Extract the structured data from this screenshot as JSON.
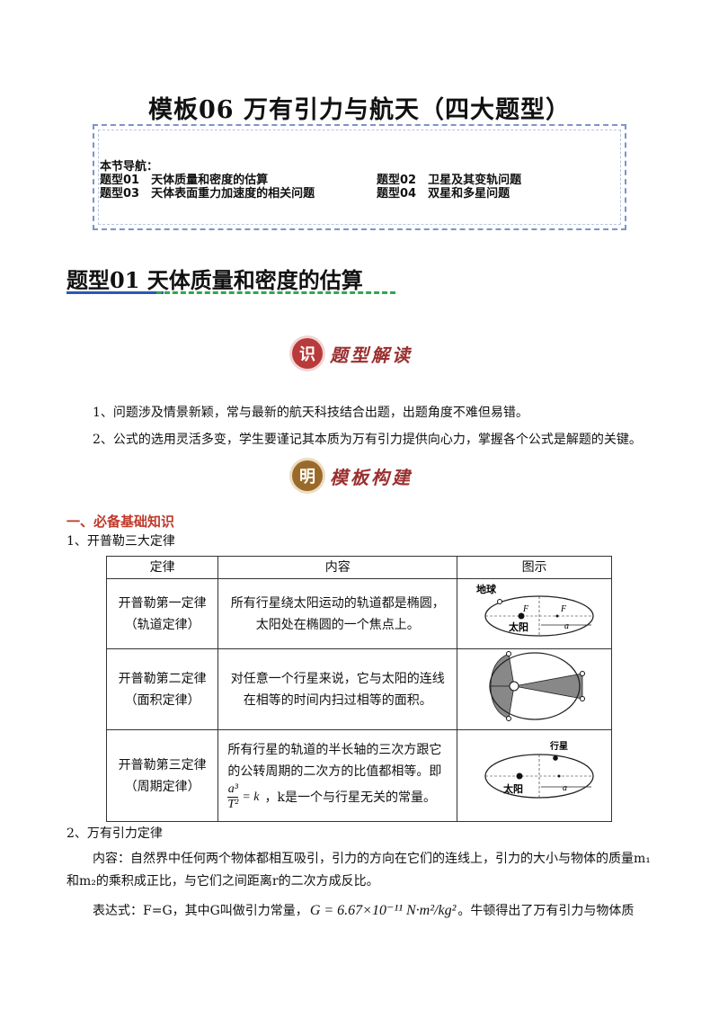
{
  "title": "模板06  万有引力与航天（四大题型）",
  "nav": {
    "heading": "本节导航：",
    "items": [
      {
        "label": "题型01　天体质量和密度的估算"
      },
      {
        "label": "题型02　卫星及其变轨问题"
      },
      {
        "label": "题型03　天体表面重力加速度的相关问题"
      },
      {
        "label": "题型04　双星和多星问题"
      }
    ]
  },
  "section": {
    "heading_prefix": "题型01",
    "heading_title": "天体质量和密度的估算"
  },
  "badge1": {
    "char": "识",
    "text": "题型解读"
  },
  "points": [
    "1、问题涉及情景新颖，常与最新的航天科技结合出题，出题角度不难但易错。",
    "2、公式的选用灵活多变，学生要谨记其本质为万有引力提供向心力，掌握各个公式是解题的关键。"
  ],
  "badge2": {
    "char": "明",
    "text": "模板构建"
  },
  "knowledge_heading": "一、必备基础知识",
  "kepler_heading": "1、开普勒三大定律",
  "table": {
    "headers": [
      "定律",
      "内容",
      "图示"
    ],
    "rows": [
      {
        "name": "开普勒第一定律",
        "alias": "（轨道定律）",
        "content": "所有行星绕太阳运动的轨道都是椭圆，太阳处在椭圆的一个焦点上。"
      },
      {
        "name": "开普勒第二定律",
        "alias": "（面积定律）",
        "content": "对任意一个行星来说，它与太阳的连线在相等的时间内扫过相等的面积。"
      },
      {
        "name": "开普勒第三定律",
        "alias": "（周期定律）",
        "content_a": "所有行星的轨道的半长轴的三次方跟它的公转周期的二次方的比值都相等。即",
        "content_b": "，k是一个与行星无关的常量。"
      }
    ],
    "fig_labels": {
      "earth": "地球",
      "sun": "太阳",
      "F": "F",
      "a": "a",
      "planet": "行星"
    },
    "formula": {
      "num": "a³",
      "den": "T²",
      "rhs": "= k"
    }
  },
  "gravity_heading": "2、万有引力定律",
  "gravity_content_1": "内容：自然界中任何两个物体都相互吸引，引力的方向在它们的连线上，引力的大小与物体的质量m₁",
  "gravity_content_2": "和m₂的乘积成正比，与它们之间距离r的二次方成反比。",
  "gravity_expr_a": "表达式：F=G，其中G叫做引力常量，",
  "gravity_const": "G = 6.67×10⁻¹¹ N·m²/kg²",
  "gravity_expr_b": "。牛顿得出了万有引力与物体质"
}
